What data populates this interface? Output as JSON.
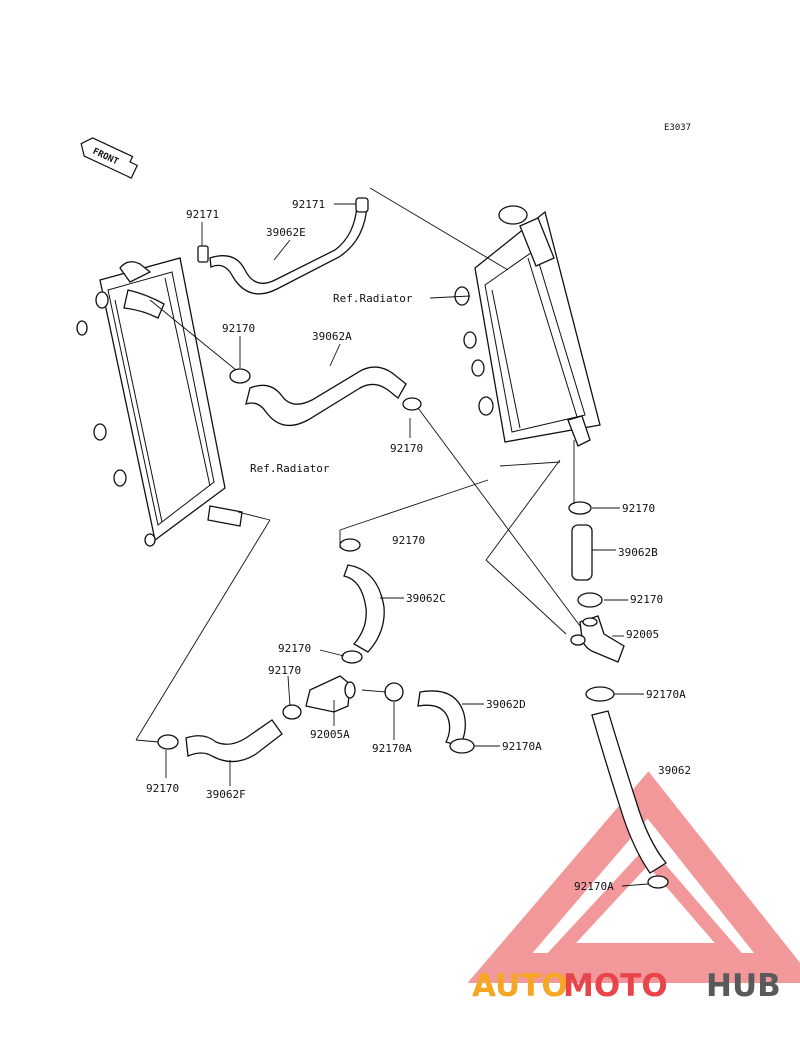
{
  "diagram": {
    "code": "E3037",
    "front_label": "FRONT",
    "labels": {
      "l1": "92171",
      "l2": "92171",
      "l3": "39062E",
      "l4": "Ref.Radiator",
      "l5": "92170",
      "l6": "39062A",
      "l7": "92170",
      "l8": "Ref.Radiator",
      "l9": "92170",
      "l10": "92170",
      "l11": "39062B",
      "l12": "39062C",
      "l13": "92170",
      "l14": "92005",
      "l15": "92170",
      "l16": "92170",
      "l17": "92170A",
      "l18": "39062D",
      "l19": "92005A",
      "l20": "92170A",
      "l21": "92170A",
      "l22": "39062",
      "l23": "92170",
      "l24": "39062F",
      "l25": "92170A"
    }
  },
  "watermark": {
    "auto": "AUTO",
    "moto": "MOTO",
    "hub": "HUB",
    "colors": {
      "auto": "#f5a623",
      "moto": "#e8454a",
      "hub": "#5a5a5a",
      "triangle": "#e8454a"
    }
  }
}
